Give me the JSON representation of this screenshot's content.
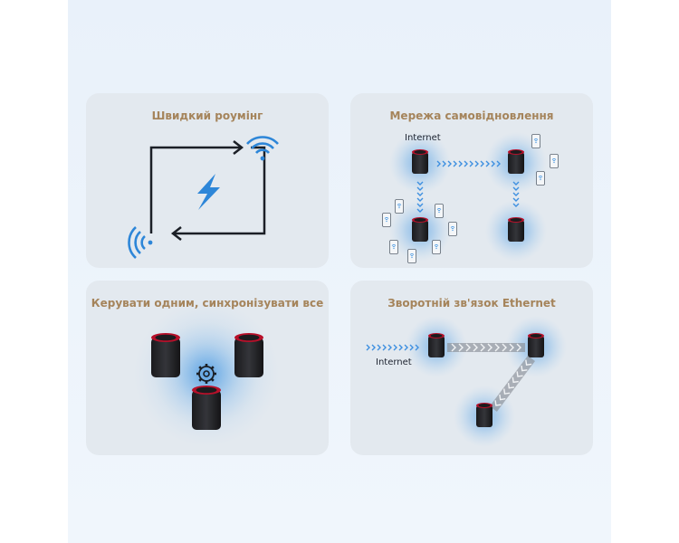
{
  "cards": [
    {
      "title": "Швидкий роумінг",
      "icons": [
        "wifi-icon",
        "lightning-icon"
      ]
    },
    {
      "title": "Мережа самовідновлення",
      "label": "Internet",
      "icons": [
        "router-icon",
        "phone-icon"
      ]
    },
    {
      "title": "Керувати одним, синхронізувати все",
      "icons": [
        "router-icon",
        "gear-icon"
      ]
    },
    {
      "title": "Зворотній зв'язок Ethernet",
      "label": "Internet",
      "icons": [
        "router-icon"
      ]
    }
  ],
  "colors": {
    "title": "#a5845b",
    "card": "#e3e9ef",
    "accent_blue": "#3b82c6",
    "router_red": "#b8102a"
  }
}
